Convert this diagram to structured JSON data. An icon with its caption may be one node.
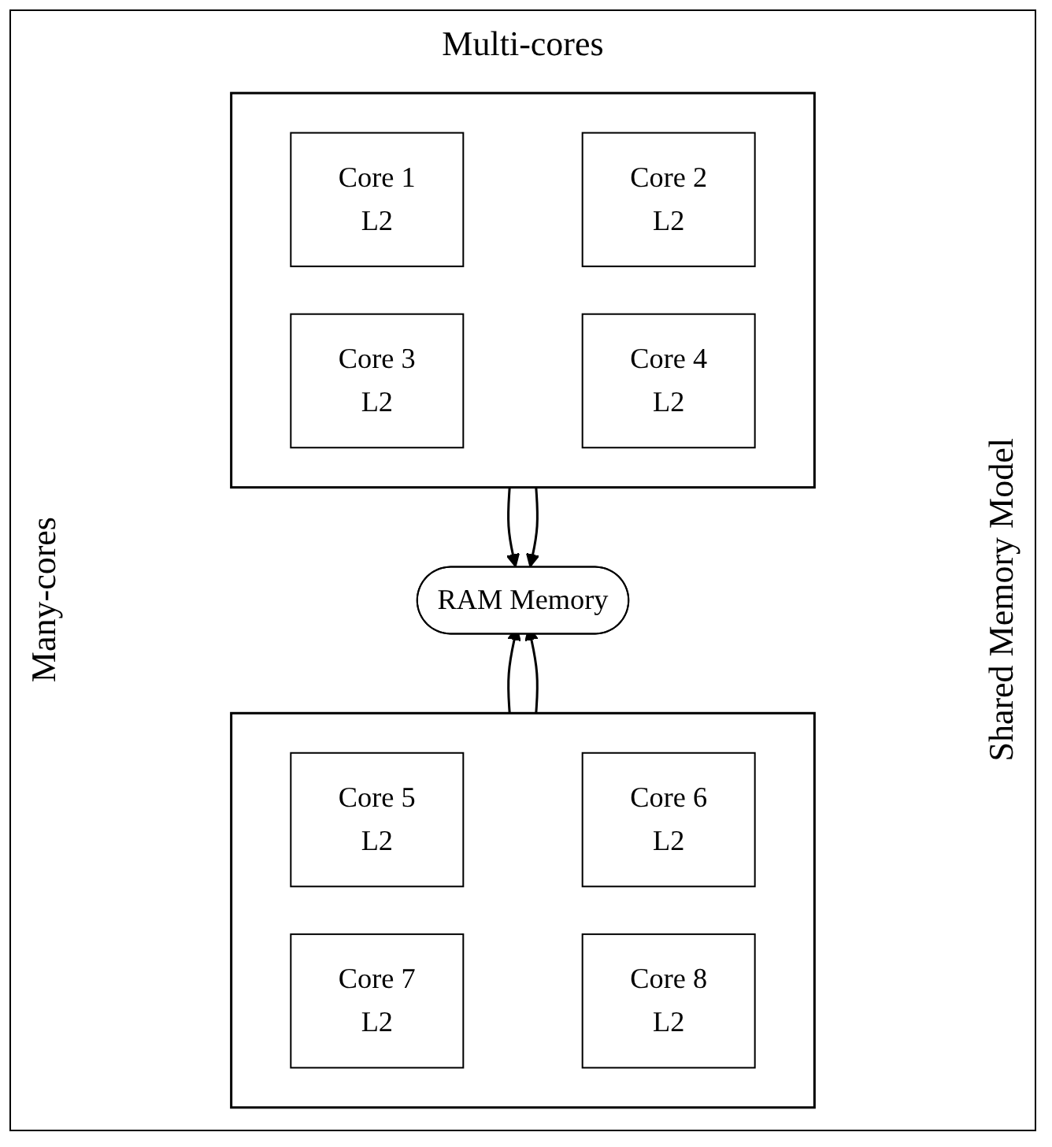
{
  "diagram": {
    "nodes": [
      {
        "text": [],
        "shape": "box"
      },
      {
        "text": [
          "Core 1",
          "L2"
        ],
        "in": 0
      },
      {
        "text": [
          "Core 2",
          "L2"
        ],
        "in": 0
      },
      {
        "text": [
          "Core 3",
          "L2"
        ],
        "in": 0
      },
      {
        "text": [
          "Core 4",
          "L2"
        ],
        "in": 0
      },
      {
        "text": [
          "RAM Memory"
        ]
      },
      {
        "text": [],
        "shape": "box"
      },
      {
        "text": [
          "Core 5",
          "L2"
        ],
        "in": 6
      },
      {
        "text": [
          "Core 6",
          "L2"
        ],
        "in": 6
      },
      {
        "text": [
          "Core 7",
          "L2"
        ],
        "in": 6
      },
      {
        "text": [
          "Core 8",
          "L2"
        ],
        "in": 6
      }
    ],
    "edges": [
      {
        "from": 0,
        "to": 5,
        "arrow": "to"
      },
      {
        "from": 0,
        "to": 5,
        "arrow": "to"
      },
      {
        "from": 6,
        "to": 5,
        "arrow": "to"
      },
      {
        "from": 6,
        "to": 5,
        "arrow": "to"
      }
    ],
    "labels": [
      "Multi-cores",
      "Many-cores",
      "Shared Memory Model"
    ]
  }
}
